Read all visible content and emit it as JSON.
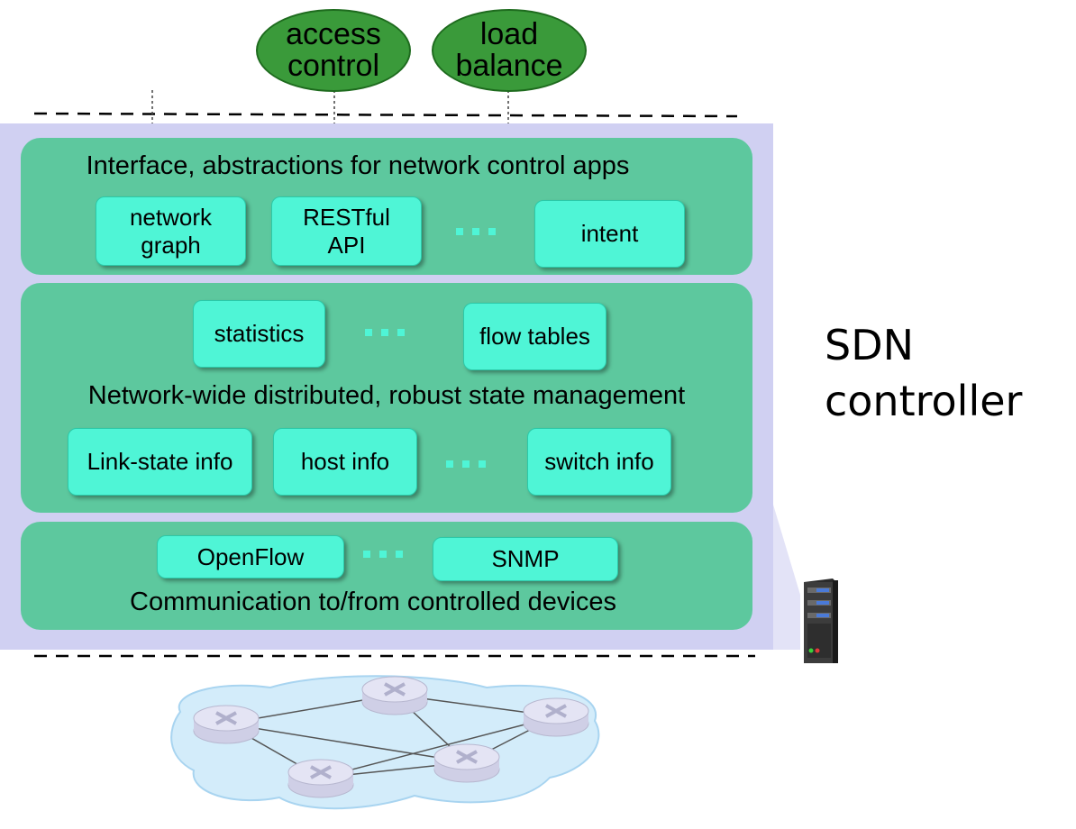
{
  "apps": [
    {
      "id": "access-control",
      "label": "access\ncontrol"
    },
    {
      "id": "load-balance",
      "label": "load\nbalance"
    }
  ],
  "controller_label": "SDN\ncontroller",
  "northbound": {
    "title": "Interface, abstractions for network control apps",
    "items": [
      "network\ngraph",
      "RESTful\nAPI",
      "intent"
    ]
  },
  "state": {
    "title": "Network-wide distributed, robust  state management",
    "top_items": [
      "statistics",
      "flow tables"
    ],
    "bottom_items": [
      "Link-state info",
      "host info",
      "switch info"
    ]
  },
  "southbound": {
    "title": "Communication to/from controlled devices",
    "items": [
      "OpenFlow",
      "SNMP"
    ]
  },
  "colors": {
    "controller_bg": "#d0d0f2",
    "layer": "#5dc89e",
    "chip": "#4ff5d6",
    "app": "#3a9a3a"
  }
}
